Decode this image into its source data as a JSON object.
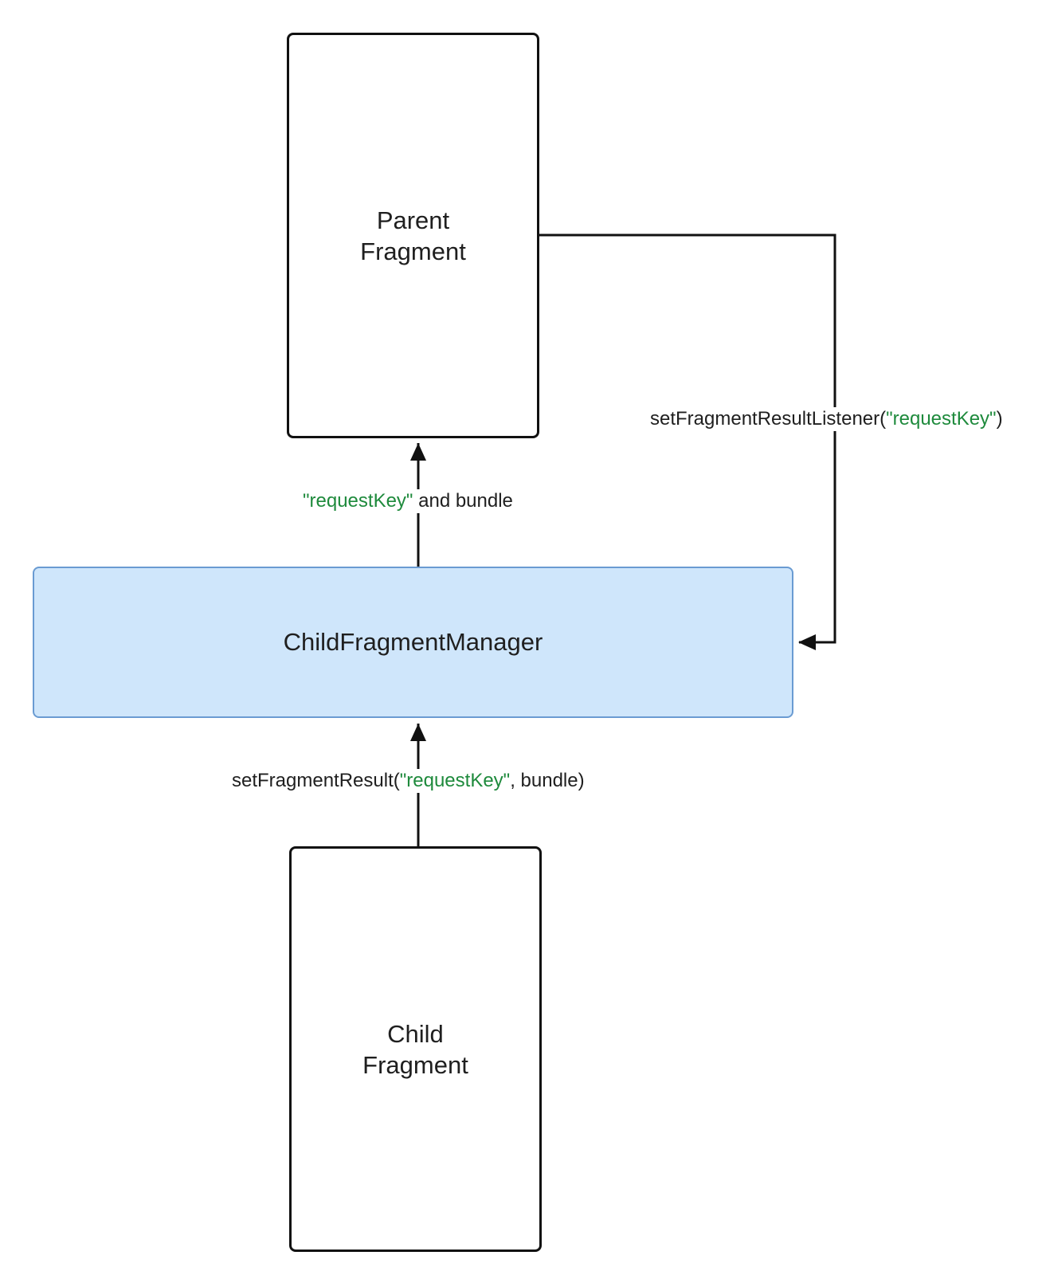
{
  "nodes": {
    "parent": {
      "line1": "Parent",
      "line2": "Fragment"
    },
    "manager": {
      "label": "ChildFragmentManager"
    },
    "child": {
      "line1": "Child",
      "line2": "Fragment"
    }
  },
  "edges": {
    "manager_to_parent": {
      "key": "\"requestKey\"",
      "rest": " and bundle"
    },
    "child_to_manager": {
      "prefix": "setFragmentResult(",
      "key": "\"requestKey\"",
      "suffix": ", bundle)"
    },
    "parent_to_manager": {
      "prefix": "setFragmentResultListener(",
      "key": "\"requestKey\"",
      "suffix": ")"
    }
  },
  "colors": {
    "manager_fill": "#cfe6fb",
    "manager_border": "#6a9bd2",
    "key_text": "#1e8a3c",
    "line": "#111111"
  }
}
